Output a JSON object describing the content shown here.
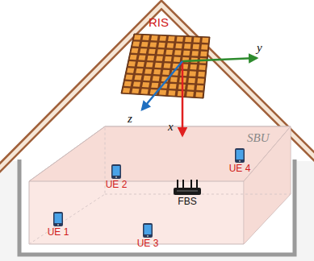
{
  "diagram": {
    "nodes": [
      {
        "text": [
          "RIS"
        ]
      },
      {
        "text": [
          "SBU"
        ]
      },
      {
        "text": [
          "FBS"
        ],
        "in": 1
      },
      {
        "text": [
          "UE 1"
        ],
        "in": 1
      },
      {
        "text": [
          "UE 2"
        ],
        "in": 1
      },
      {
        "text": [
          "UE 3"
        ],
        "in": 1
      },
      {
        "text": [
          "UE 4"
        ],
        "in": 1
      }
    ],
    "edges": [
      {
        "from": 2,
        "to": 3,
        "arrow": "both"
      },
      {
        "from": 2,
        "to": 4,
        "arrow": "both"
      },
      {
        "from": 2,
        "to": 5,
        "arrow": "both"
      },
      {
        "from": 2,
        "to": 6,
        "arrow": "both"
      }
    ],
    "labels": [
      "x",
      "y",
      "z"
    ]
  }
}
